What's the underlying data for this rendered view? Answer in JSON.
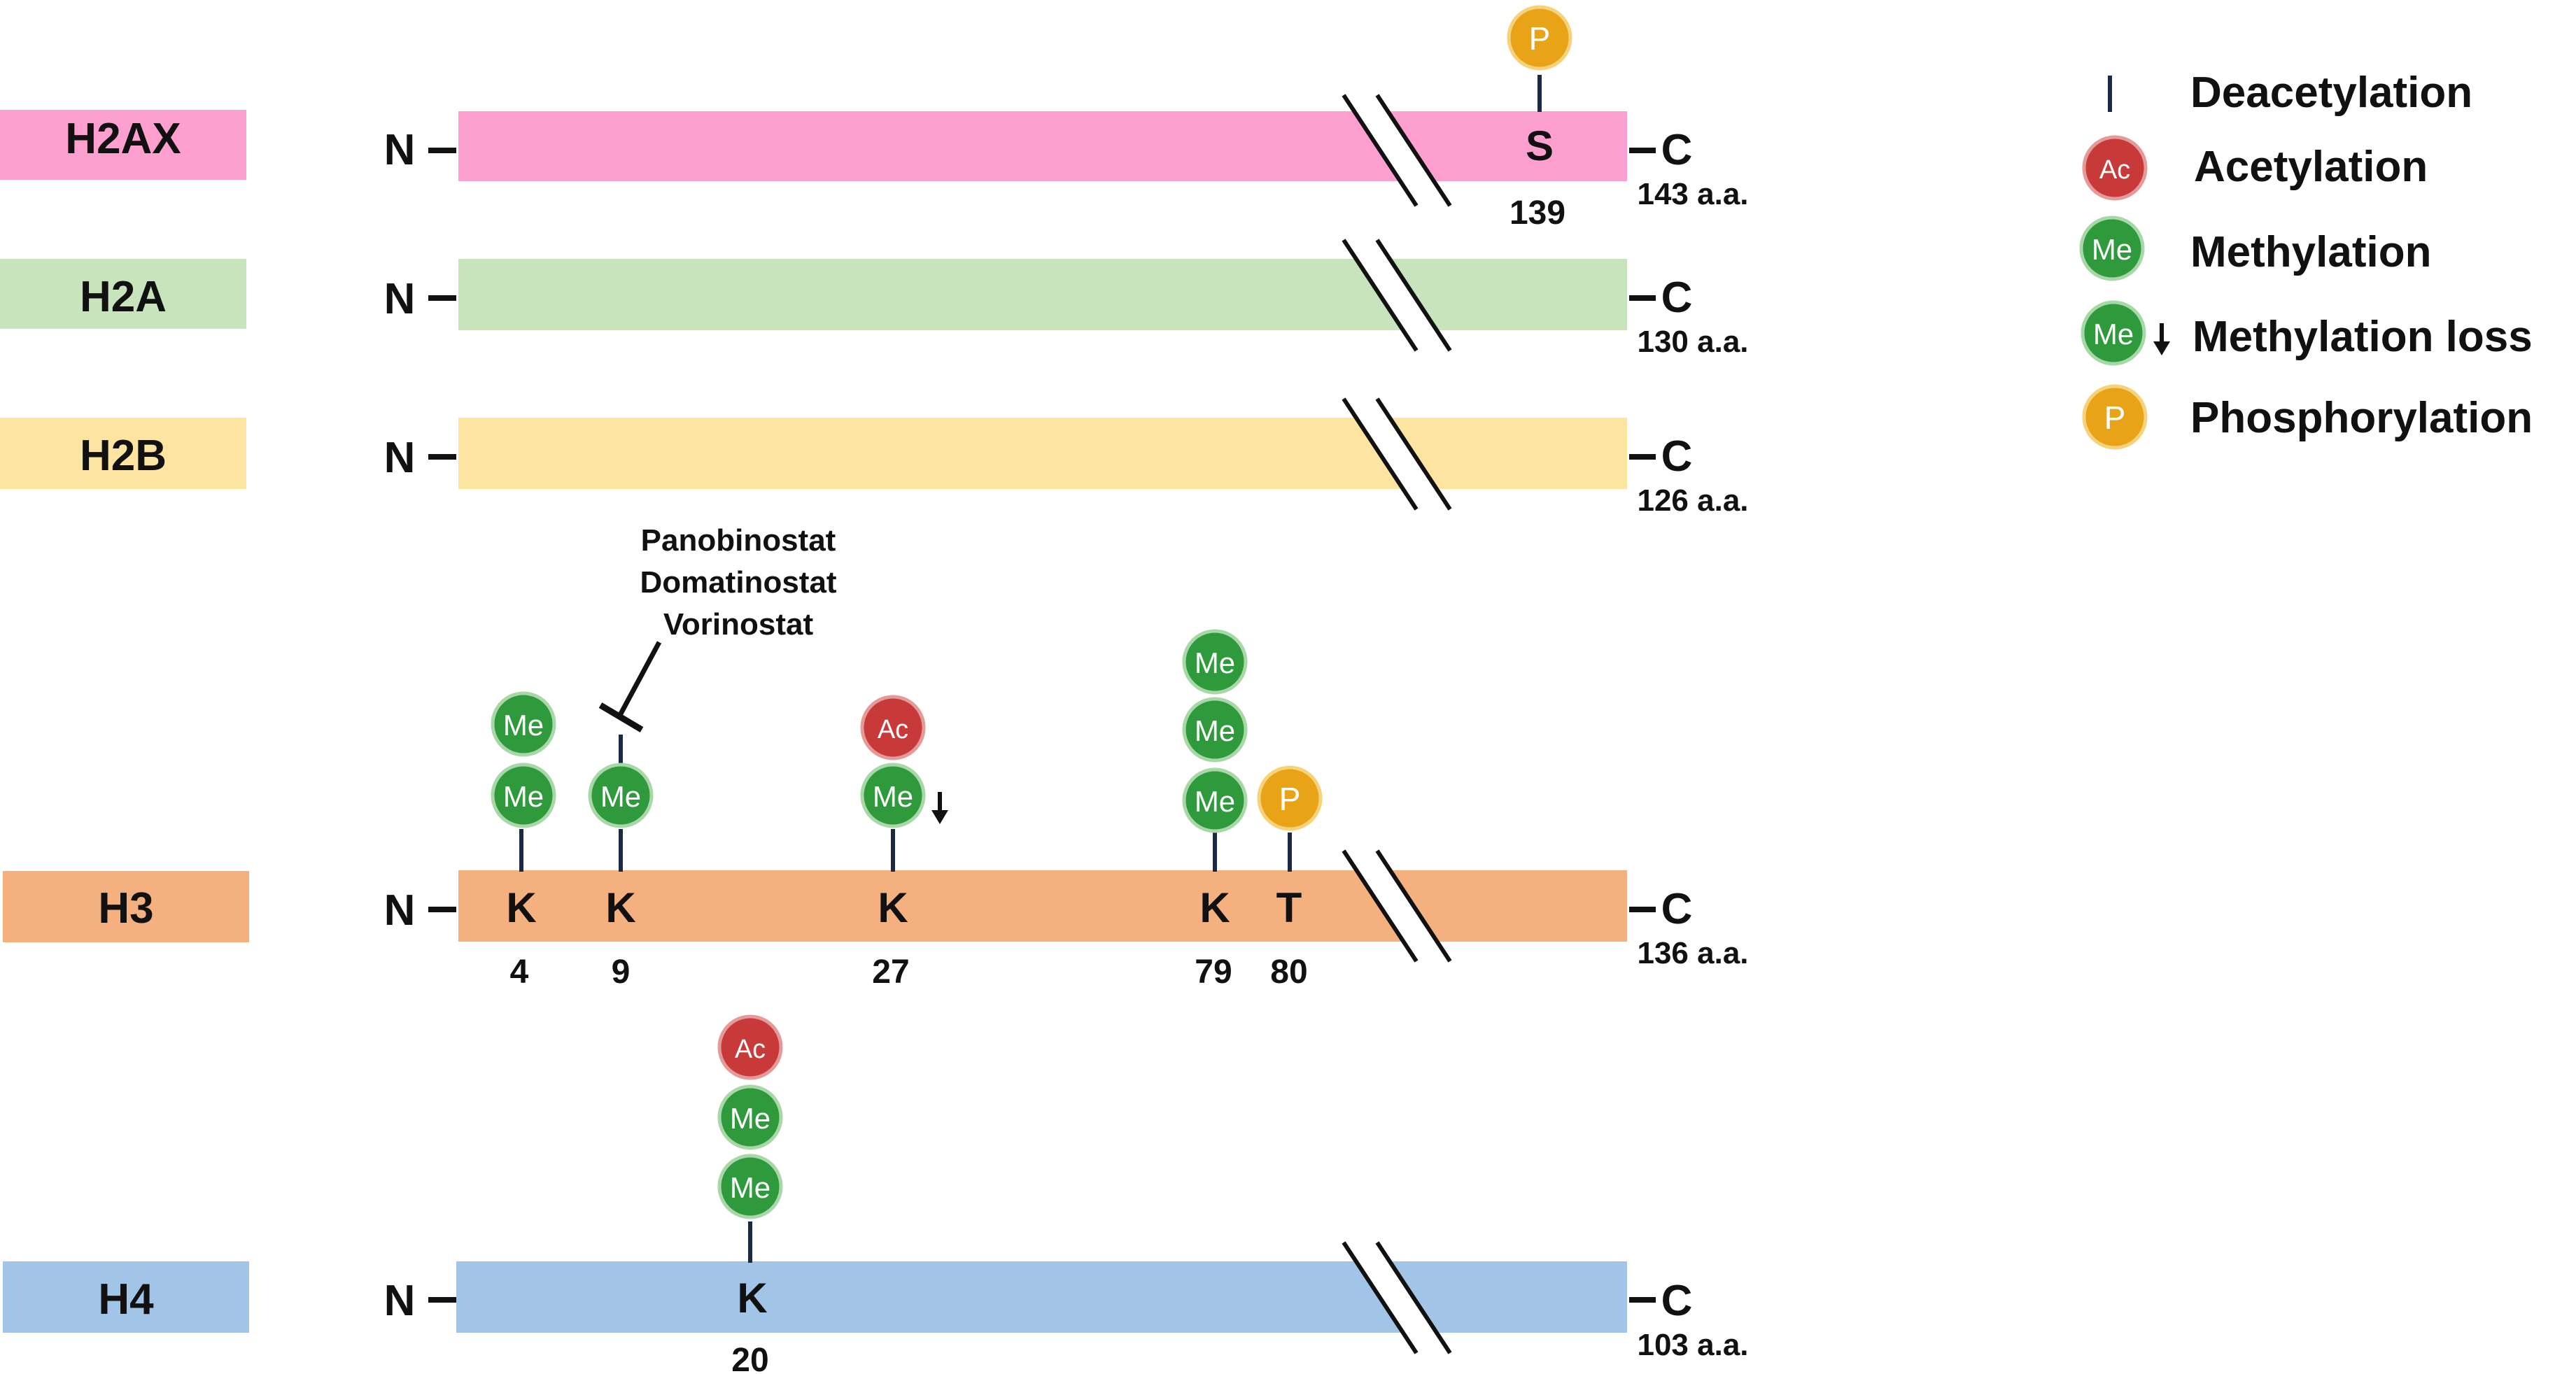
{
  "palette": {
    "acetylation": "#C83A3A",
    "acetylation_stroke": "#E59A9A",
    "methylation": "#2E9A3C",
    "methylation_stroke": "#A8D8A8",
    "phosphorylation": "#E8A317",
    "phosphorylation_stroke": "#F6D27A",
    "line": "#1A2A44",
    "text": "#111111"
  },
  "histones": [
    {
      "id": "h2ax",
      "label": "H2AX",
      "color": "#FD9FCF",
      "n_label": "N",
      "c_label": "C",
      "length_label": "143 a.a.",
      "sites": [
        {
          "residue": "S",
          "position": "139",
          "mods": [
            "P"
          ]
        }
      ]
    },
    {
      "id": "h2a",
      "label": "H2A",
      "color": "#C8E4BC",
      "n_label": "N",
      "c_label": "C",
      "length_label": "130 a.a.",
      "sites": []
    },
    {
      "id": "h2b",
      "label": "H2B",
      "color": "#FDE4A0",
      "n_label": "N",
      "c_label": "C",
      "length_label": "126 a.a.",
      "sites": []
    },
    {
      "id": "h3",
      "label": "H3",
      "color": "#F5B080",
      "n_label": "N",
      "c_label": "C",
      "length_label": "136 a.a.",
      "sites": [
        {
          "residue": "K",
          "position": "4",
          "mods": [
            "Me",
            "Me"
          ]
        },
        {
          "residue": "K",
          "position": "9",
          "mods": [
            "Me"
          ],
          "inhibitor": true
        },
        {
          "residue": "K",
          "position": "27",
          "mods": [
            "Me",
            "Ac"
          ],
          "loss": true
        },
        {
          "residue": "K",
          "position": "79",
          "mods": [
            "Me",
            "Me",
            "Me"
          ]
        },
        {
          "residue": "T",
          "position": "80",
          "mods": [
            "P"
          ]
        }
      ]
    },
    {
      "id": "h4",
      "label": "H4",
      "color": "#A2C4E6",
      "n_label": "N",
      "c_label": "C",
      "length_label": "103 a.a.",
      "sites": [
        {
          "residue": "K",
          "position": "20",
          "mods": [
            "Me",
            "Me",
            "Ac"
          ]
        }
      ]
    }
  ],
  "inhibitors": [
    "Panobinostat",
    "Domatinostat",
    "Vorinostat"
  ],
  "legend": [
    {
      "symbol": "bar",
      "label": "Deacetylation"
    },
    {
      "symbol": "Ac",
      "label": "Acetylation"
    },
    {
      "symbol": "Me",
      "label": "Methylation"
    },
    {
      "symbol": "Me-loss",
      "label": "Methylation loss"
    },
    {
      "symbol": "P",
      "label": "Phosphorylation"
    }
  ]
}
